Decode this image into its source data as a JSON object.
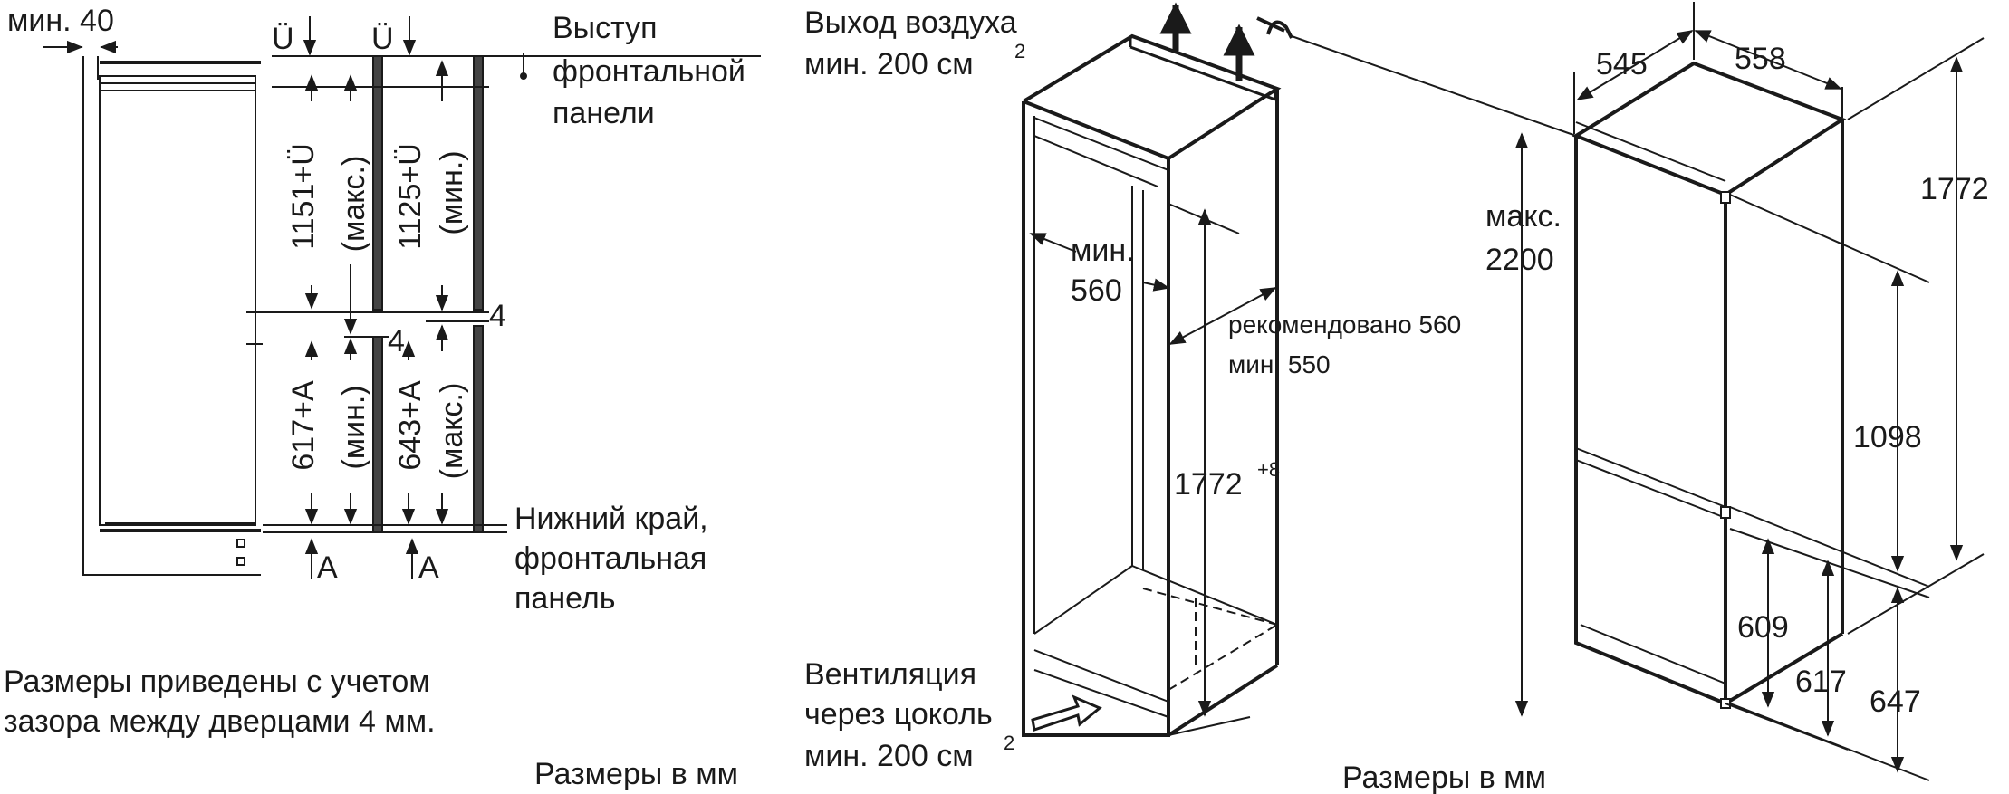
{
  "left_panel": {
    "min40": "мин. 40",
    "u1": "Ü",
    "u2": "Ü",
    "protrusion": [
      "Выступ",
      "фронтальной",
      "панели"
    ],
    "dim_top_left": "1151+Ü",
    "dim_top_left_note": "(макс.)",
    "dim_top_right": "1125+Ü",
    "dim_top_right_note": "(мин.)",
    "gap_4a": "4",
    "gap_4b": "4",
    "dim_bottom_left": "617+A",
    "dim_bottom_left_note": "(мин.)",
    "dim_bottom_right": "643+A",
    "dim_bottom_right_note": "(макс.)",
    "a1": "A",
    "a2": "A",
    "bottom_edge": [
      "Нижний край,",
      "фронтальная",
      "панель"
    ],
    "note": [
      "Размеры приведены с учетом",
      "зазора между дверцами 4 мм."
    ],
    "units": "Размеры в мм"
  },
  "middle_panel": {
    "air_out": [
      "Выход воздуха",
      "мин. 200 см"
    ],
    "sup2a": "2",
    "niche_width_label": "мин.",
    "niche_width_value": "560",
    "recommended": "рекомендовано 560",
    "min550": "мин. 550",
    "height": "1772",
    "height_tol": "+8",
    "vent": [
      "Вентиляция",
      "через цоколь",
      "мин. 200 см"
    ],
    "sup2b": "2"
  },
  "right_panel": {
    "depth": "545",
    "width": "558",
    "max_label": "макс.",
    "max_value": "2200",
    "height": "1772",
    "fridge": "1098",
    "freezer": "609",
    "d617": "617",
    "d647": "647",
    "units": "Размеры в мм"
  }
}
